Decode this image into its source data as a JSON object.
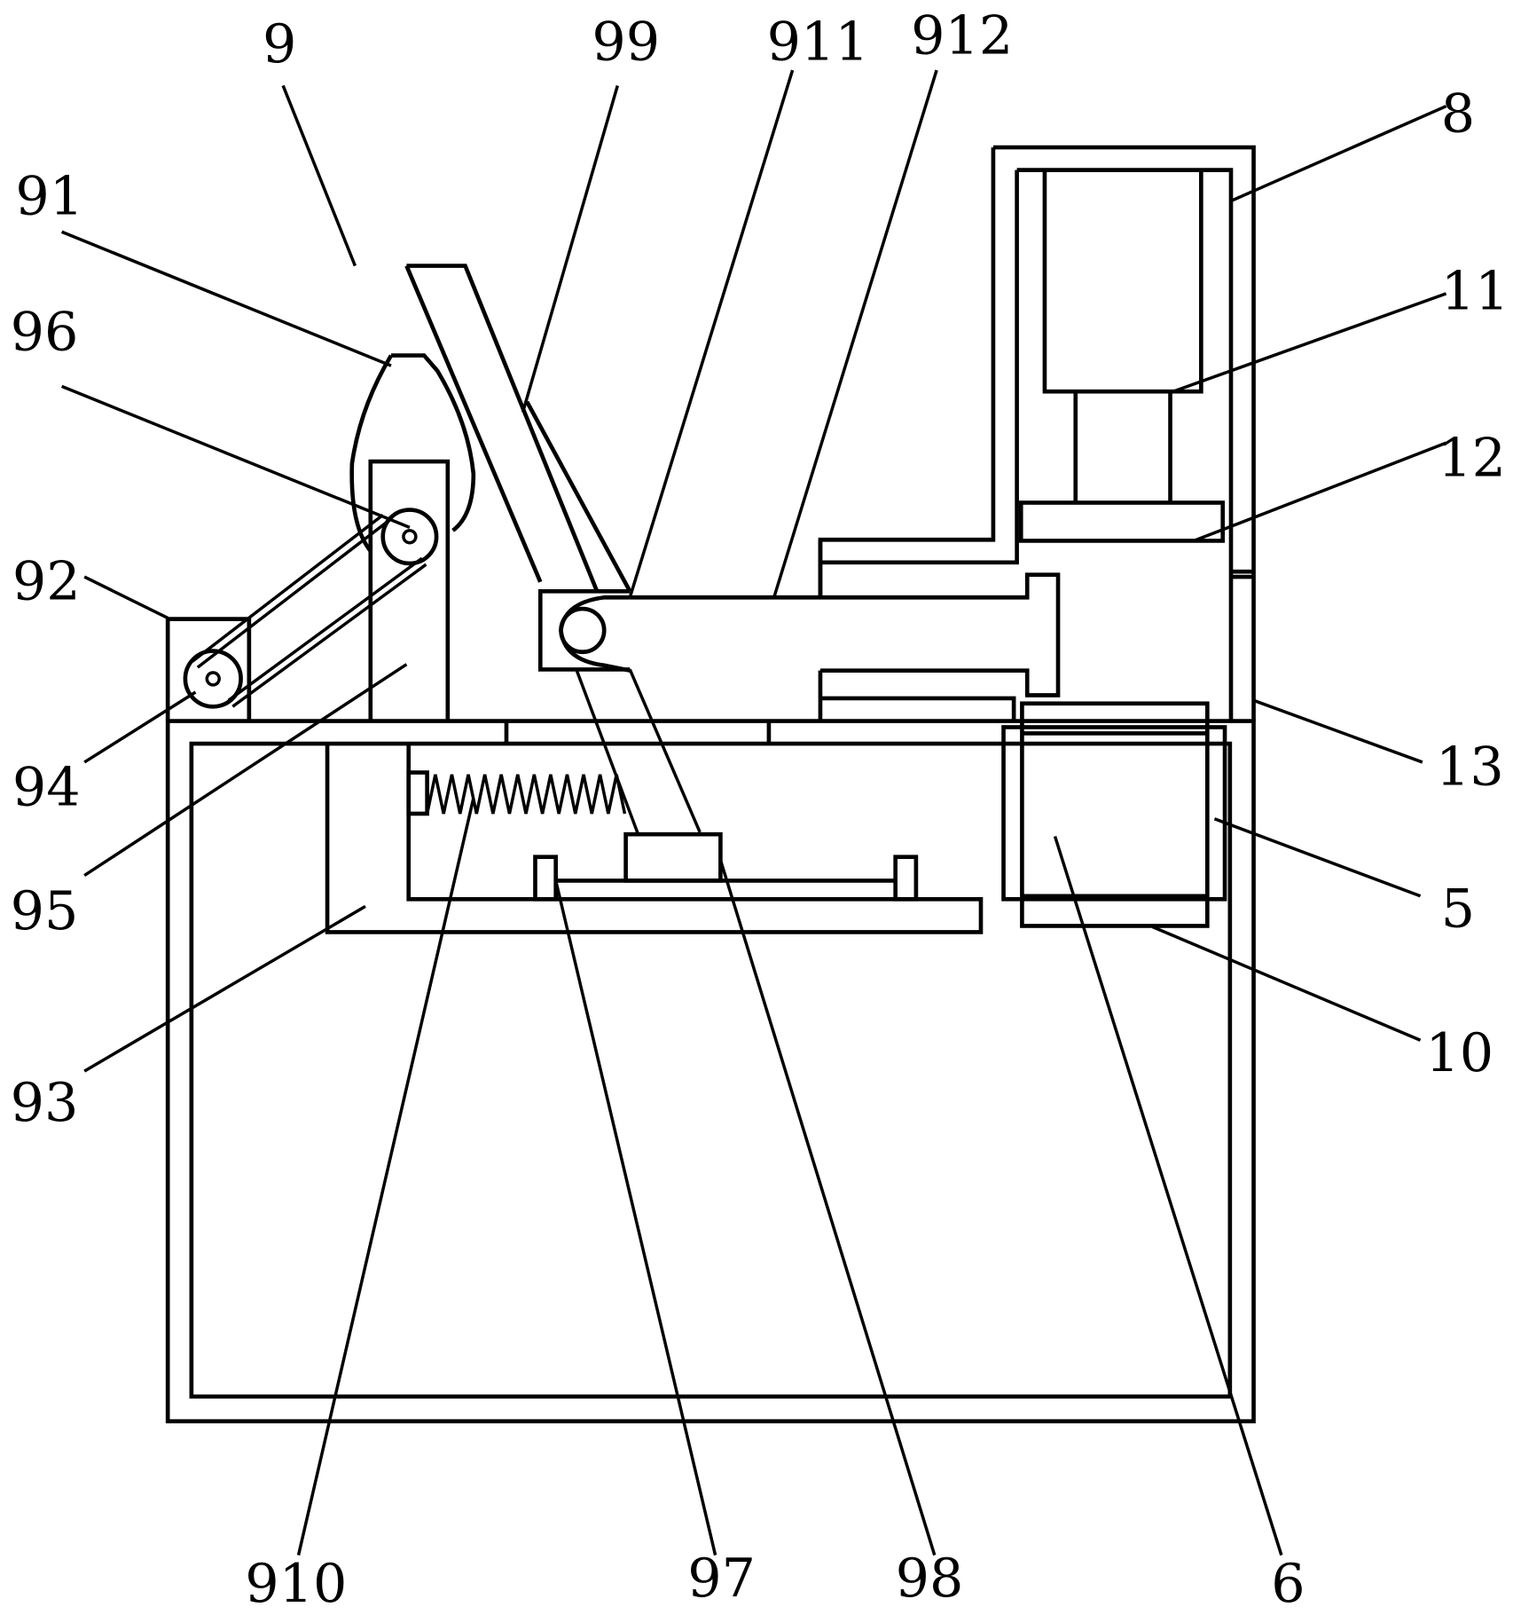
{
  "figure": {
    "type": "mechanical-schematic",
    "stroke_color": "#000000",
    "background_color": "#ffffff"
  },
  "labels": {
    "l9": "9",
    "l99": "99",
    "l911": "911",
    "l912": "912",
    "l8": "8",
    "l91": "91",
    "l96": "96",
    "l11": "11",
    "l12": "12",
    "l92": "92",
    "l94": "94",
    "l95": "95",
    "l13": "13",
    "l5": "5",
    "l93": "93",
    "l10": "10",
    "l910": "910",
    "l97": "97",
    "l98": "98",
    "l6": "6"
  }
}
